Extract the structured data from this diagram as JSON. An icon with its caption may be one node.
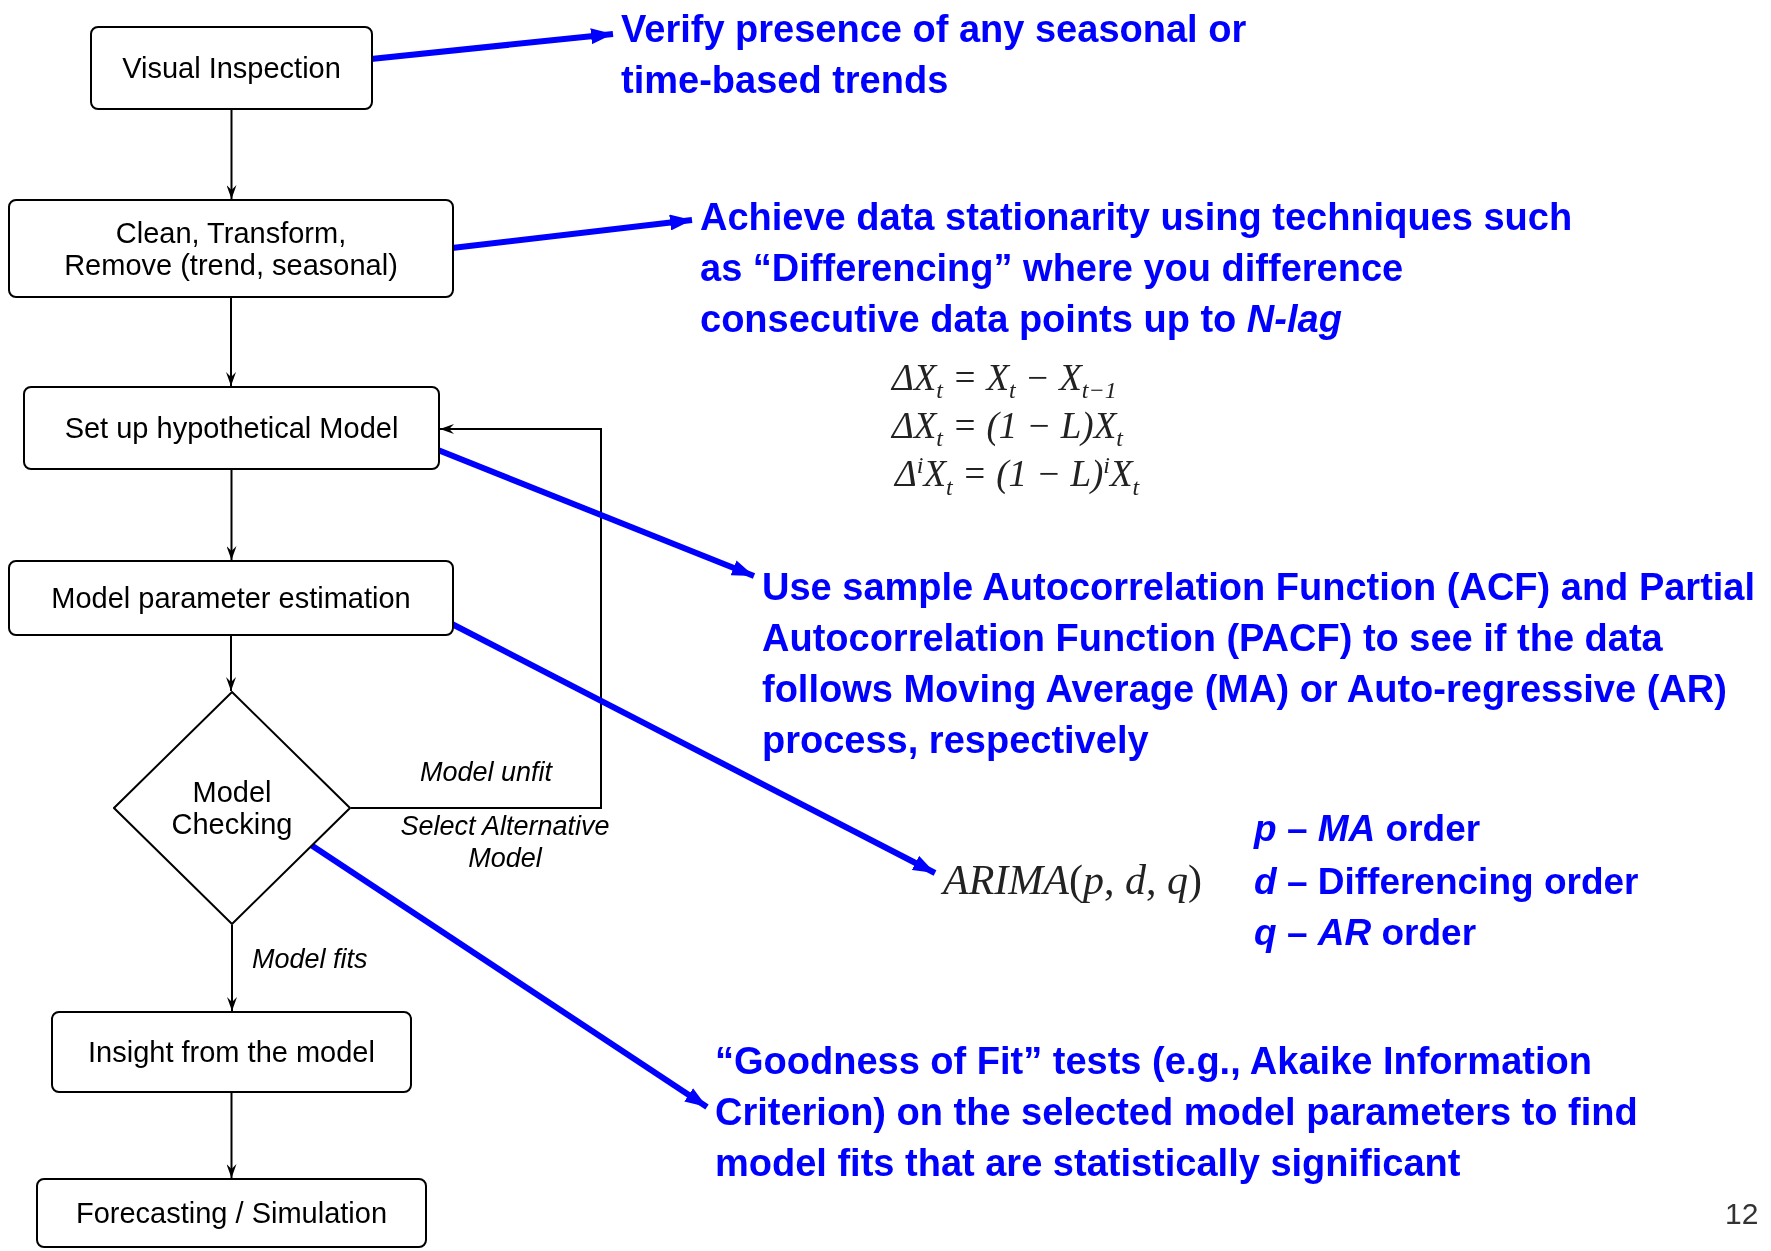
{
  "diagram": {
    "nodes": [
      {
        "text": [
          "Visual Inspection"
        ]
      },
      {
        "text": [
          "Clean, Transform, Remove (trend, seasonal)"
        ]
      },
      {
        "text": [
          "Set up hypothetical Model"
        ]
      },
      {
        "text": [
          "Model parameter estimation"
        ]
      },
      {
        "text": [
          "Model Checking"
        ]
      },
      {
        "text": [
          "Insight from the model"
        ]
      },
      {
        "text": [
          "Forecasting / Simulation"
        ]
      },
      {
        "text": [
          "Verify presence of any seasonal or time-based trends"
        ]
      },
      {
        "text": [
          "Achieve data stationarity using techniques such as “Differencing” where you difference consecutive data points up to *N-lag*"
        ]
      },
      {
        "text": [
          "Use sample Autocorrelation Function (ACF) and Partial Autocorrelation Function (PACF) to see if the data follows Moving Average (MA) or Auto-regressive (AR) process, respectively"
        ]
      },
      {
        "text": [
          "*ARIMA*(*p*, *d*, *q*)"
        ],
        "beside": [
          "*p* – *MA* order",
          "*d* – Differencing order",
          "*q* – *AR* order"
        ]
      },
      {
        "text": [
          "“Goodness of Fit” tests (e.g., Akaike Information Criterion) on the selected model parameters to find model fits that are statistically significant"
        ]
      }
    ],
    "edges": [
      {
        "from": 0,
        "to": 1,
        "arrow": "to"
      },
      {
        "from": 1,
        "to": 2,
        "arrow": "to"
      },
      {
        "from": 2,
        "to": 3,
        "arrow": "to"
      },
      {
        "from": 3,
        "to": 4,
        "arrow": "to"
      },
      {
        "from": 4,
        "to": 5,
        "arrow": "to",
        "label": "Model fits"
      },
      {
        "from": 5,
        "to": 6,
        "arrow": "to"
      },
      {
        "from": 4,
        "to": 2,
        "arrow": "to",
        "label": "Model unfit"
      },
      {
        "from": 0,
        "to": 7,
        "arrow": "to",
        "style": "thick",
        "color": "#0000ff"
      },
      {
        "from": 1,
        "to": 8,
        "arrow": "to",
        "style": "thick",
        "color": "#0000ff"
      },
      {
        "from": 2,
        "to": 9,
        "arrow": "to",
        "style": "thick",
        "color": "#0000ff"
      },
      {
        "from": 3,
        "to": 10,
        "arrow": "to",
        "style": "thick",
        "color": "#0000ff"
      },
      {
        "from": 4,
        "to": 11,
        "arrow": "to",
        "style": "thick",
        "color": "#0000ff"
      }
    ],
    "labels": [
      "ΔX$_{t}$ = X$_{t}$ − X$_{t−1}$",
      "ΔX$_{t}$ = (1 − L)X$_{t}$",
      "Δ$^{i}$X$_{t}$ = (1 − L)$^{i}$X$_{t}$",
      "Select Alternative Model",
      "12"
    ]
  }
}
